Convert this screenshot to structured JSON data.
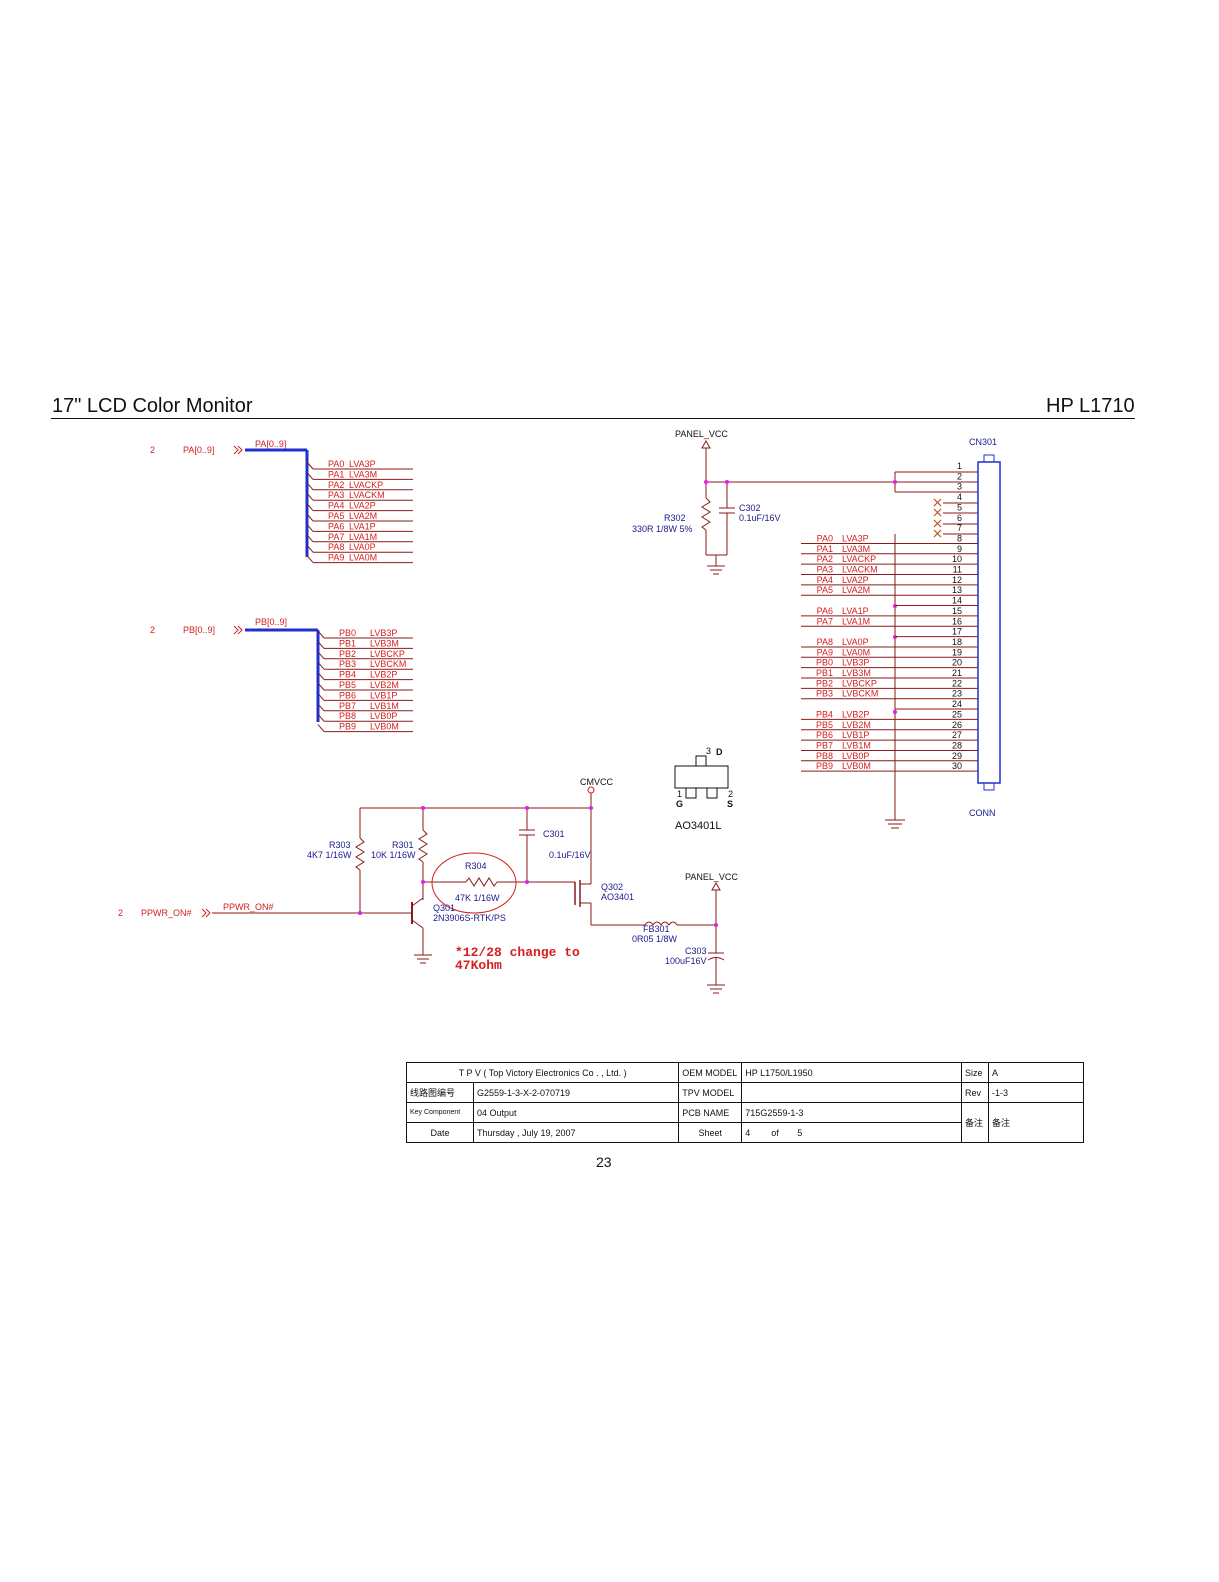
{
  "header": {
    "left_title": "17\" LCD Color Monitor",
    "right_title": "HP L1710"
  },
  "bus_a": {
    "sheet_ref": "2",
    "port": "PA[0..9]",
    "bus_label": "PA[0..9]",
    "nets": [
      {
        "pin": "PA0",
        "net": "LVA3P"
      },
      {
        "pin": "PA1",
        "net": "LVA3M"
      },
      {
        "pin": "PA2",
        "net": "LVACKP"
      },
      {
        "pin": "PA3",
        "net": "LVACKM"
      },
      {
        "pin": "PA4",
        "net": "LVA2P"
      },
      {
        "pin": "PA5",
        "net": "LVA2M"
      },
      {
        "pin": "PA6",
        "net": "LVA1P"
      },
      {
        "pin": "PA7",
        "net": "LVA1M"
      },
      {
        "pin": "PA8",
        "net": "LVA0P"
      },
      {
        "pin": "PA9",
        "net": "LVA0M"
      }
    ]
  },
  "bus_b": {
    "sheet_ref": "2",
    "port": "PB[0..9]",
    "bus_label": "PB[0..9]",
    "nets": [
      {
        "pin": "PB0",
        "net": "LVB3P"
      },
      {
        "pin": "PB1",
        "net": "LVB3M"
      },
      {
        "pin": "PB2",
        "net": "LVBCKP"
      },
      {
        "pin": "PB3",
        "net": "LVBCKM"
      },
      {
        "pin": "PB4",
        "net": "LVB2P"
      },
      {
        "pin": "PB5",
        "net": "LVB2M"
      },
      {
        "pin": "PB6",
        "net": "LVB1P"
      },
      {
        "pin": "PB7",
        "net": "LVB1M"
      },
      {
        "pin": "PB8",
        "net": "LVB0P"
      },
      {
        "pin": "PB9",
        "net": "LVB0M"
      }
    ]
  },
  "connector": {
    "ref": "CN301",
    "type": "CONN",
    "pins": [
      {
        "num": "1",
        "pin": "",
        "net": ""
      },
      {
        "num": "2",
        "pin": "",
        "net": ""
      },
      {
        "num": "3",
        "pin": "",
        "net": ""
      },
      {
        "num": "4",
        "pin": "",
        "net": ""
      },
      {
        "num": "5",
        "pin": "",
        "net": ""
      },
      {
        "num": "6",
        "pin": "",
        "net": ""
      },
      {
        "num": "7",
        "pin": "",
        "net": ""
      },
      {
        "num": "8",
        "pin": "PA0",
        "net": "LVA3P"
      },
      {
        "num": "9",
        "pin": "PA1",
        "net": "LVA3M"
      },
      {
        "num": "10",
        "pin": "PA2",
        "net": "LVACKP"
      },
      {
        "num": "11",
        "pin": "PA3",
        "net": "LVACKM"
      },
      {
        "num": "12",
        "pin": "PA4",
        "net": "LVA2P"
      },
      {
        "num": "13",
        "pin": "PA5",
        "net": "LVA2M"
      },
      {
        "num": "14",
        "pin": "",
        "net": ""
      },
      {
        "num": "15",
        "pin": "PA6",
        "net": "LVA1P"
      },
      {
        "num": "16",
        "pin": "PA7",
        "net": "LVA1M"
      },
      {
        "num": "17",
        "pin": "",
        "net": ""
      },
      {
        "num": "18",
        "pin": "PA8",
        "net": "LVA0P"
      },
      {
        "num": "19",
        "pin": "PA9",
        "net": "LVA0M"
      },
      {
        "num": "20",
        "pin": "PB0",
        "net": "LVB3P"
      },
      {
        "num": "21",
        "pin": "PB1",
        "net": "LVB3M"
      },
      {
        "num": "22",
        "pin": "PB2",
        "net": "LVBCKP"
      },
      {
        "num": "23",
        "pin": "PB3",
        "net": "LVBCKM"
      },
      {
        "num": "24",
        "pin": "",
        "net": ""
      },
      {
        "num": "25",
        "pin": "PB4",
        "net": "LVB2P"
      },
      {
        "num": "26",
        "pin": "PB5",
        "net": "LVB2M"
      },
      {
        "num": "27",
        "pin": "PB6",
        "net": "LVB1P"
      },
      {
        "num": "28",
        "pin": "PB7",
        "net": "LVB1M"
      },
      {
        "num": "29",
        "pin": "PB8",
        "net": "LVB0P"
      },
      {
        "num": "30",
        "pin": "PB9",
        "net": "LVB0M"
      }
    ]
  },
  "power": {
    "panel_vcc": "PANEL_VCC",
    "cmvcc": "CMVCC",
    "r302_ref": "R302",
    "r302_val": "330R 1/8W 5%",
    "c302_ref": "C302",
    "c302_val": "0.1uF/16V"
  },
  "mosfet_pinout": {
    "pin3": "3",
    "d_label": "D",
    "pin1": "1",
    "pin2": "2",
    "g_label": "G",
    "s_label": "S",
    "part": "AO3401L"
  },
  "switch": {
    "ppwr_ref": "2",
    "ppwr_port": "PPWR_ON#",
    "ppwr_net": "PPWR_ON#",
    "r303_ref": "R303",
    "r303_val": "4K7 1/16W",
    "r301_ref": "R301",
    "r301_val": "10K 1/16W",
    "r304_ref": "R304",
    "r304_val": "47K 1/16W",
    "c301_ref": "C301",
    "c301_val": "0.1uF/16V",
    "q301_ref": "Q301",
    "q301_part": "2N3906S-RTK/PS",
    "q302_ref": "Q302",
    "q302_part": "AO3401",
    "fb301_ref": "FB301",
    "fb301_val": "0R05 1/8W",
    "c303_ref": "C303",
    "c303_val": "100uF16V",
    "panel_vcc": "PANEL_VCC",
    "note_line1": "*12/28 change to",
    "note_line2": "47Kohm"
  },
  "title_block": {
    "company": "T P V   ( Top    Victory    Electronics    Co . ,   Ltd. )",
    "oem_model_label": "OEM MODEL",
    "oem_model": "HP L1750/L1950",
    "size_label": "Size",
    "size": "A",
    "drawing_no_label": "线路图编号",
    "drawing_no": "G2559-1-3-X-2-070719",
    "tpv_model_label": "TPV MODEL",
    "tpv_model": "",
    "rev_label": "Rev",
    "rev": "-1-3",
    "key_component_label": "Key Component",
    "key_component": "04 Output",
    "pcb_name_label": "PCB NAME",
    "pcb_name": "715G2559-1-3",
    "remark_label": "备注",
    "remark": "备注",
    "date_label": "Date",
    "date": "Thursday , July  19, 2007",
    "sheet_label": "Sheet",
    "sheet": "4",
    "of_label": "of",
    "sheet_total": "5"
  },
  "page_number": "23",
  "colors": {
    "wire": "#8b1a1a",
    "label": "#d42020",
    "bus": "#1f2fd0",
    "ref": "#1a1a8c",
    "junction": "#e020e0",
    "note": "#d42020"
  }
}
